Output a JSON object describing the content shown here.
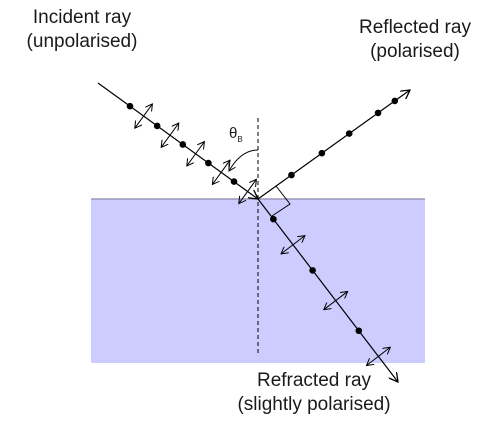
{
  "labels": {
    "incident_line1": "Incident ray",
    "incident_line2": "(unpolarised)",
    "reflected_line1": "Reflected ray",
    "reflected_line2": "(polarised)",
    "refracted_line1": "Refracted ray",
    "refracted_line2": "(slightly polarised)",
    "angle_symbol": "θ",
    "angle_subscript": "B"
  },
  "colors": {
    "medium_fill": "#ccccff",
    "interface_line": "#9999bb",
    "ray": "#000000",
    "normal_line": "#000000"
  },
  "polarisation": {
    "incident": "dots-and-arrows",
    "reflected": "dots-only",
    "refracted": "dots-and-arrows"
  }
}
